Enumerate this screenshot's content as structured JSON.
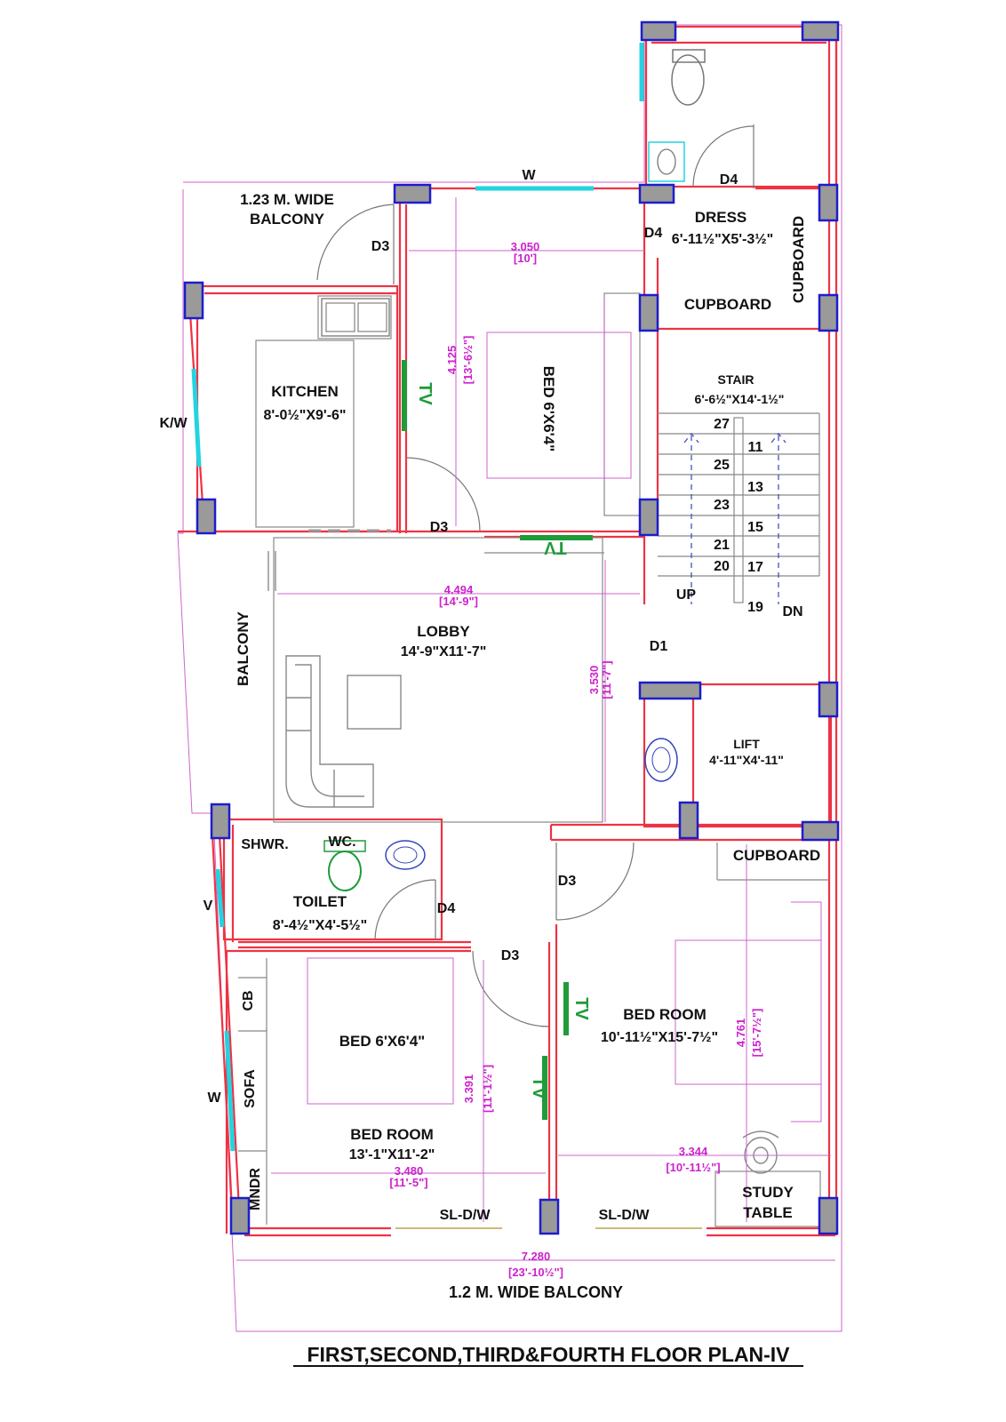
{
  "title": "FIRST,SECOND,THIRD&FOURTH FLOOR PLAN-IV",
  "rooms": {
    "balcony_top": "1.23 M.  WIDE",
    "balcony_top2": "BALCONY",
    "kitchen": "KITCHEN",
    "kitchen_size": "8'-0½\"X9'-6\"",
    "bed_top": "BED 6'X6'4\"",
    "dress": "DRESS",
    "dress_size": "6'-11½\"X5'-3½\"",
    "cupboard1": "CUPBOARD",
    "cupboard_vertical": "CUPBOARD",
    "stair": "STAIR",
    "stair_size": "6'-6½\"X14'-1½\"",
    "lobby": "LOBBY",
    "lobby_size": "14'-9\"X11'-7\"",
    "balcony_left": "BALCONY",
    "lift": "LIFT",
    "lift_size": "4'-11\"X4'-11\"",
    "cupboard2": "CUPBOARD",
    "shwr": "SHWR.",
    "wc": "WC.",
    "toilet": "TOILET",
    "toilet_size": "8'-4½\"X4'-5½\"",
    "bed_room_right": "BED ROOM",
    "bed_room_right_size": "10'-11½\"X15'-7½\"",
    "bed_bottom": "BED 6'X6'4\"",
    "bed_room_left": "BED ROOM",
    "bed_room_left_size": "13'-1\"X11'-2\"",
    "cb": "CB",
    "sofa": "SOFA",
    "mndr": "MNDR",
    "study": "STUDY",
    "table": "TABLE",
    "balcony_bottom": "1.2 M. WIDE BALCONY"
  },
  "openings": {
    "w_top": "W",
    "kw": "K/W",
    "d3_a": "D3",
    "d3_b": "D3",
    "d3_c": "D3",
    "d3_d": "D3",
    "d4_a": "D4",
    "d4_b": "D4",
    "d4_c": "D4",
    "d1": "D1",
    "v": "V",
    "w_bottom": "W",
    "sld1": "SL-D/W",
    "sld2": "SL-D/W",
    "up": "UP",
    "dn": "DN",
    "tv1": "TV",
    "tv2": "TV",
    "tv3": "TV",
    "tv4": "TV"
  },
  "stair_numbers": [
    "27",
    "11",
    "25",
    "13",
    "23",
    "15",
    "21",
    "20",
    "17",
    "19"
  ],
  "dimensions": {
    "d1_m": "3.050",
    "d1_ft": "[10']",
    "d2_m": "4.125",
    "d2_ft": "[13'-6½\"]",
    "d3_m": "4.494",
    "d3_ft": "[14'-9\"]",
    "d4_m": "3.530",
    "d4_ft": "[11'-7\"]",
    "d5_m": "4.761",
    "d5_ft": "[15'-7½\"]",
    "d6_m": "3.391",
    "d6_ft": "[11'-1½\"]",
    "d7_m": "3.344",
    "d7_ft": "[10'-11½\"]",
    "d8_m": "3.480",
    "d8_ft": "[11'-5\"]",
    "d9_m": "7.280",
    "d9_ft": "[23'-10½\"]"
  },
  "colors": {
    "wall": "#ee3344",
    "column_fill": "#9a9a9a",
    "column_border": "#1d1dcc",
    "dimension": "#cc22cc",
    "window": "#22d4e0",
    "tv": "#1f9b3a"
  }
}
